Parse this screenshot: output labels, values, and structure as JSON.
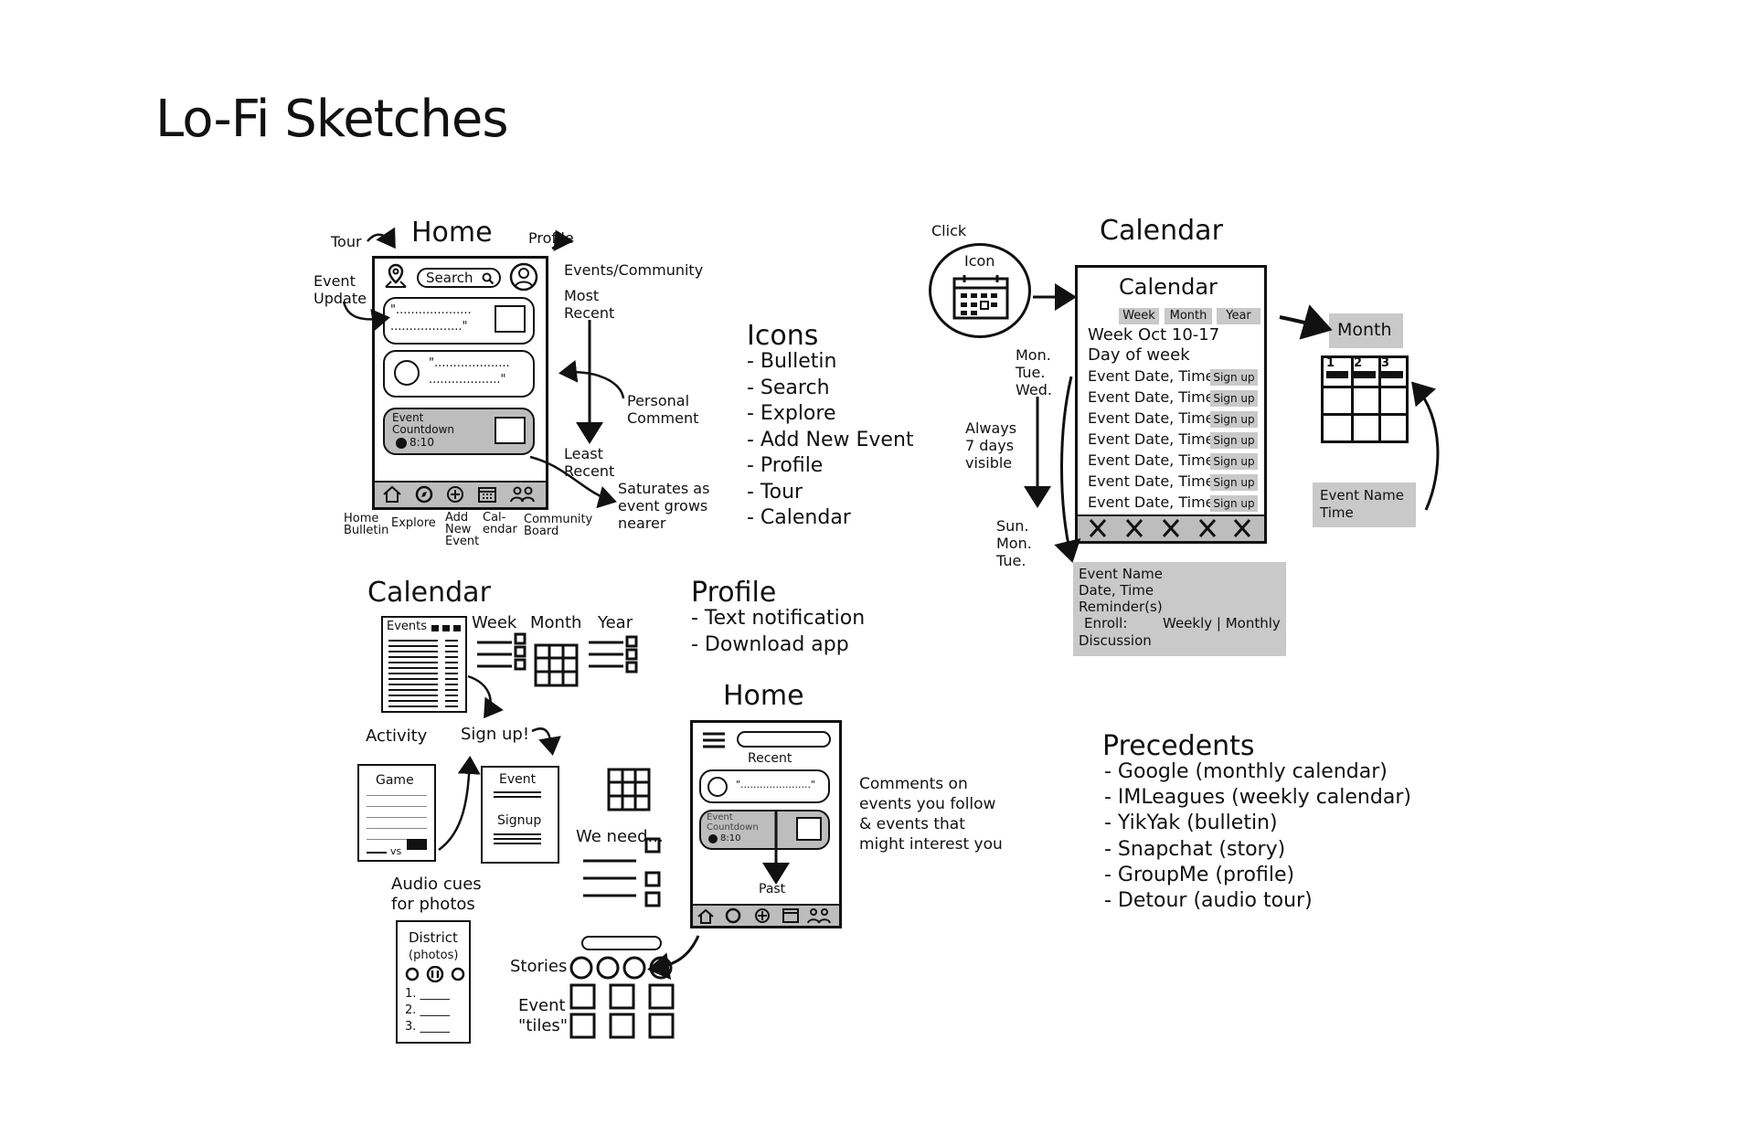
{
  "title": "Lo-Fi Sketches",
  "home_sketch": {
    "heading": "Home",
    "search_label": "Search",
    "labels": {
      "tour": "Tour",
      "profile": "Profile",
      "event_update_1": "Event",
      "event_update_2": "Update",
      "events_community": "Events/Community",
      "most_recent_1": "Most",
      "most_recent_2": "Recent",
      "personal_comment_1": "Personal",
      "personal_comment_2": "Comment",
      "least_recent_1": "Least",
      "least_recent_2": "Recent",
      "saturates_1": "Saturates as",
      "saturates_2": "event grows",
      "saturates_3": "nearer"
    },
    "card1_text_a": "\"....................",
    "card1_text_b": "...................\"",
    "card2_text_a": "\"....................",
    "card2_text_b": "...................\"",
    "countdown_1": "Event",
    "countdown_2": "Countdown",
    "countdown_time": "8:10",
    "nav_labels": {
      "home_1": "Home",
      "home_2": "Bulletin",
      "explore": "Explore",
      "add_1": "Add",
      "add_2": "New",
      "add_3": "Event",
      "cal_1": "Cal-",
      "cal_2": "endar",
      "community_1": "Community",
      "community_2": "Board"
    }
  },
  "icons_list": {
    "heading": "Icons",
    "items": [
      "- Bulletin",
      "- Search",
      "- Explore",
      "- Add New Event",
      "- Profile",
      "- Tour",
      "- Calendar"
    ]
  },
  "calendar_sketch": {
    "heading": "Calendar",
    "click": "Click",
    "icon": "Icon",
    "screen_title": "Calendar",
    "tabs": [
      "Week",
      "Month",
      "Year"
    ],
    "week_label": "Week Oct 10-17",
    "day_label": "Day of week",
    "event_row": "Event Date, Time",
    "sign_up": "Sign up",
    "rows": 7,
    "mon_1": "Mon.",
    "mon_2": "Tue.",
    "mon_3": "Wed.",
    "always_1": "Always",
    "always_2": "7 days",
    "always_3": "visible",
    "sun_1": "Sun.",
    "sun_2": "Mon.",
    "sun_3": "Tue.",
    "month_label": "Month",
    "month_days": [
      "1",
      "2",
      "3"
    ],
    "event_name_label": "Event Name",
    "time_label": "Time",
    "detail": {
      "name": "Event Name",
      "date": "Date, Time",
      "reminders": "Reminder(s)",
      "enroll": "Enroll:",
      "enroll_opts": "Weekly | Monthly",
      "discussion": "Discussion"
    }
  },
  "calendar_small": {
    "heading": "Calendar",
    "events": "Events",
    "week": "Week",
    "month": "Month",
    "year": "Year",
    "activity": "Activity",
    "sign_up": "Sign up!",
    "game": "Game",
    "vs": "vs",
    "event": "Event",
    "signup": "Signup",
    "we_need": "We need...",
    "audio_1": "Audio cues",
    "audio_2": "for photos",
    "district": "District",
    "photos": "(photos)",
    "list": [
      "1. _____",
      "2. _____",
      "3. _____"
    ]
  },
  "profile_list": {
    "heading": "Profile",
    "items": [
      "- Text notification",
      "- Download app"
    ]
  },
  "home_small": {
    "heading": "Home",
    "recent": "Recent",
    "card_text": "\"......................\"",
    "countdown_1": "Event",
    "countdown_2": "Countdown",
    "countdown_time": "8:10",
    "past": "Past",
    "comments": [
      "Comments on",
      "events you follow",
      "& events that",
      "might interest you"
    ],
    "stories": "Stories",
    "event_1": "Event",
    "event_2": "\"tiles\""
  },
  "precedents": {
    "heading": "Precedents",
    "items": [
      "- Google (monthly calendar)",
      "- IMLeagues (weekly calendar)",
      "- YikYak (bulletin)",
      "- Snapchat (story)",
      "- GroupMe (profile)",
      "- Detour (audio tour)"
    ]
  }
}
